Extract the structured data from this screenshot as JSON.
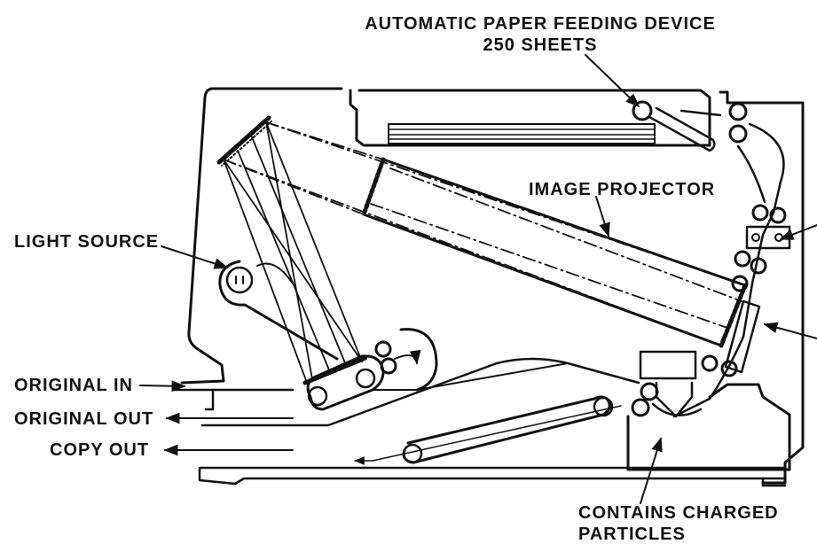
{
  "labels": {
    "paper_feed_line1": "AUTOMATIC PAPER FEEDING DEVICE",
    "paper_feed_line2": "250 SHEETS",
    "image_projector": "IMAGE PROJECTOR",
    "light_source": "LIGHT SOURCE",
    "original_in": "ORIGINAL IN",
    "original_out": "ORIGINAL OUT",
    "copy_out": "COPY OUT",
    "charged_line1": "CONTAINS CHARGED",
    "charged_line2": "PARTICLES"
  },
  "colors": {
    "ink": "#111111",
    "paper": "#ffffff"
  }
}
